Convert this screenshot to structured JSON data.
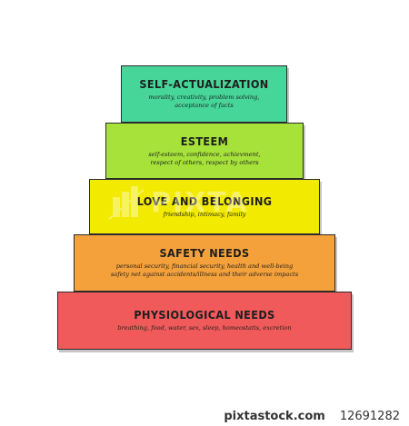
{
  "pyramid": {
    "tiers": [
      {
        "title": "SELF-ACTUALIZATION",
        "desc_lines": [
          "morality, creativity, problem solving,",
          "acceptance of facts"
        ],
        "color": "#47d69a"
      },
      {
        "title": "ESTEEM",
        "desc_lines": [
          "self-esteem, confidence, achievment,",
          "respect of others, respect by others"
        ],
        "color": "#a6e23a"
      },
      {
        "title": "LOVE AND BELONGING",
        "desc_lines": [
          "friendship, intimacy, family"
        ],
        "color": "#f2ea00"
      },
      {
        "title": "SAFETY NEEDS",
        "desc_lines": [
          "personal security, financial security, health and well-being",
          "safety net against accidents/illness and their adverse impacts"
        ],
        "color": "#f4a13b"
      },
      {
        "title": "PHYSIOLOGICAL NEEDS",
        "desc_lines": [
          "breathing, food, water, sex, sleep, homeostatis, excretion"
        ],
        "color": "#f05a5a"
      }
    ]
  },
  "watermark": {
    "text": "PIXTA"
  },
  "footer": {
    "brand": "pixtastock.com",
    "image_number": "12691282"
  }
}
